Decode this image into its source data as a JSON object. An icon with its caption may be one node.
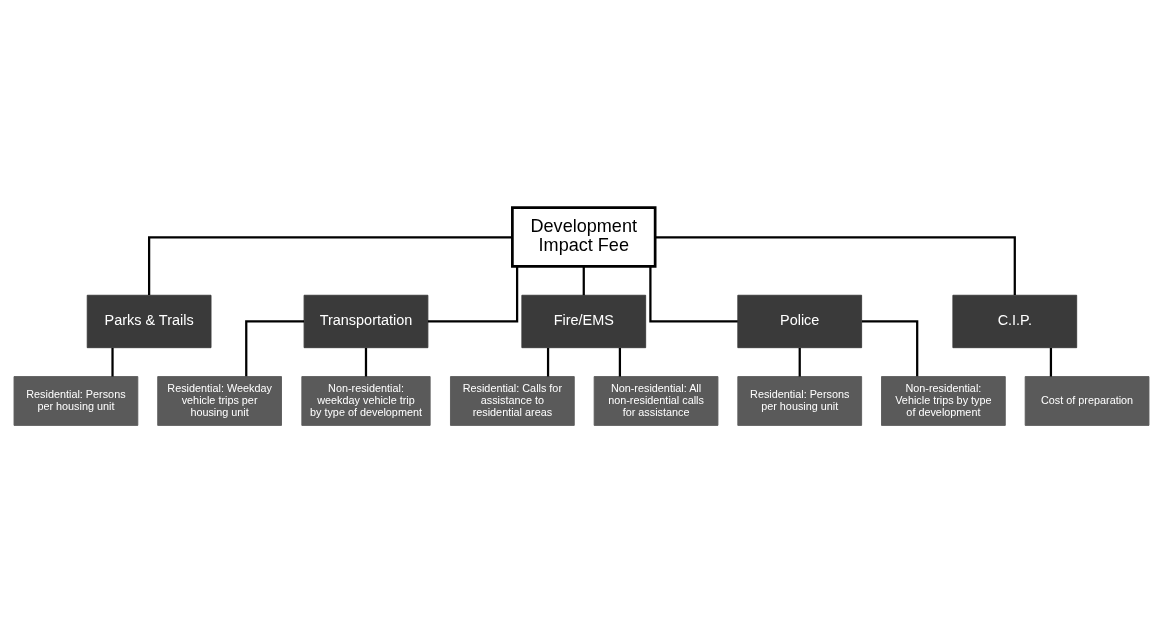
{
  "diagram": {
    "nodes": [
      {
        "text": [
          "Development Impact Fee"
        ]
      },
      {
        "text": [
          "Parks & Trails"
        ]
      },
      {
        "text": [
          "Transportation"
        ]
      },
      {
        "text": [
          "Fire/EMS"
        ]
      },
      {
        "text": [
          "Police"
        ]
      },
      {
        "text": [
          "C.I.P."
        ]
      },
      {
        "text": [
          "Residential: Persons per housing unit"
        ]
      },
      {
        "text": [
          "Residential: Weekday vehicle trips per housing unit"
        ]
      },
      {
        "text": [
          "Residential: Calls for assistance to residential areas"
        ]
      },
      {
        "text": [
          "Residential: Persons per housing unit"
        ]
      },
      {
        "text": [
          "Cost of preparation"
        ]
      },
      {
        "text": [
          "Non-residential: weekday vehicle trip by type of development"
        ]
      },
      {
        "text": [
          "Non-residential: All non-residential calls for assistance"
        ]
      },
      {
        "text": [
          "Non-residential: Vehicle trips by type of development"
        ]
      }
    ],
    "edges": [
      {
        "from": 0,
        "to": 1,
        "arrow": "none"
      },
      {
        "from": 0,
        "to": 2,
        "arrow": "none"
      },
      {
        "from": 0,
        "to": 3,
        "arrow": "none"
      },
      {
        "from": 0,
        "to": 4,
        "arrow": "none"
      },
      {
        "from": 0,
        "to": 5,
        "arrow": "none"
      },
      {
        "from": 1,
        "to": 6,
        "arrow": "none"
      },
      {
        "from": 2,
        "to": 7,
        "arrow": "none"
      },
      {
        "from": 2,
        "to": 11,
        "arrow": "none"
      },
      {
        "from": 3,
        "to": 8,
        "arrow": "none"
      },
      {
        "from": 3,
        "to": 12,
        "arrow": "none"
      },
      {
        "from": 4,
        "to": 9,
        "arrow": "none"
      },
      {
        "from": 4,
        "to": 13,
        "arrow": "none"
      },
      {
        "from": 5,
        "to": 10,
        "arrow": "none"
      }
    ]
  }
}
